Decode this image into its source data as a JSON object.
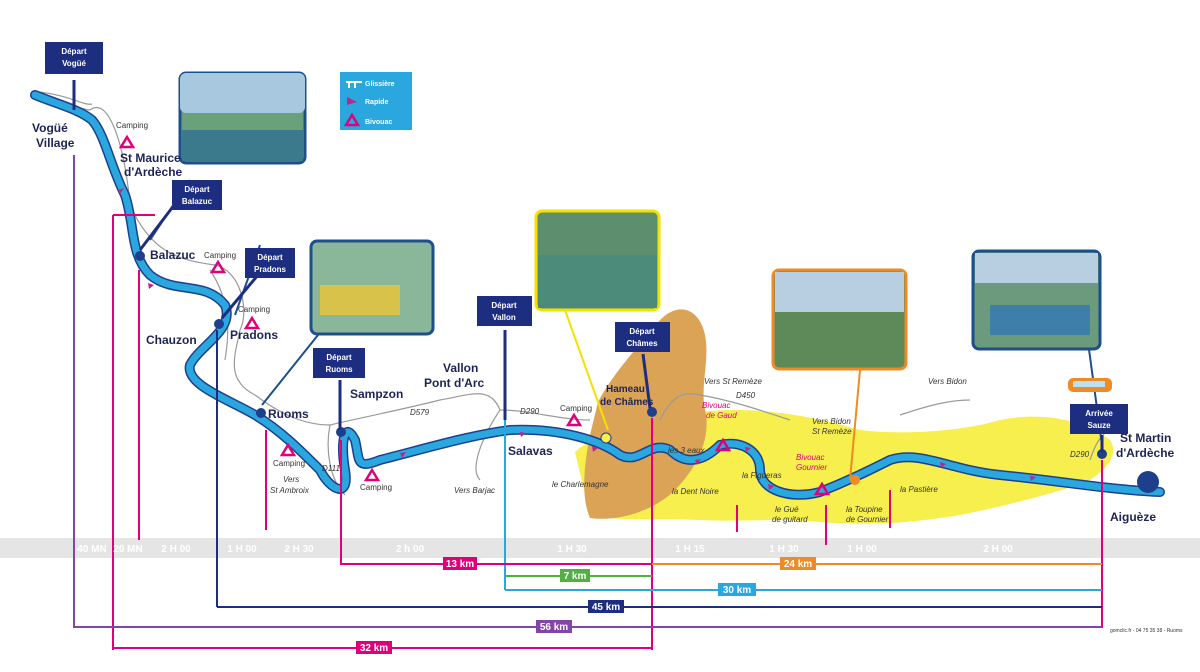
{
  "places": {
    "vogue": [
      "Vogüé",
      "Village"
    ],
    "st_maurice": [
      "St Maurice",
      "d'Ardèche"
    ],
    "balazuc": "Balazuc",
    "chauzon": "Chauzon",
    "pradons": "Pradons",
    "ruoms": "Ruoms",
    "sampzon": "Sampzon",
    "vallon": [
      "Vallon",
      "Pont d'Arc"
    ],
    "salavas": "Salavas",
    "hameau": [
      "Hameau",
      "de Châmes"
    ],
    "st_martin": [
      "St Martin",
      "d'Ardèche"
    ],
    "aigueze": "Aiguèze"
  },
  "departures": {
    "vogue": [
      "Départ",
      "Vogüé"
    ],
    "balazuc": [
      "Départ",
      "Balazuc"
    ],
    "pradons": [
      "Départ",
      "Pradons"
    ],
    "ruoms": [
      "Départ",
      "Ruoms"
    ],
    "vallon": [
      "Départ",
      "Vallon"
    ],
    "chames": [
      "Départ",
      "Châmes"
    ],
    "arrivee": [
      "Arrivée",
      "Sauze"
    ]
  },
  "legend": {
    "glissiere": "Glissière",
    "rapide": "Rapide",
    "bivouac": "Bivouac",
    "colors": {
      "glissiere": "#ffffff",
      "rapide": "#c0268a",
      "bivouac": "#e0007a"
    }
  },
  "camping_label": "Camping",
  "roads": {
    "d579": "D579",
    "d290a": "D290",
    "d450": "D450",
    "d111": "D111",
    "d290b": "D290",
    "vers_st_remeze": "Vers St Remèze",
    "vers_bidon_remeze": [
      "Vers Bidon",
      "St Remèze"
    ],
    "vers_bidon": "Vers Bidon",
    "vers_barjac": "Vers Barjac",
    "vers_st_ambroix": [
      "Vers",
      "St Ambroix"
    ]
  },
  "river_spots": {
    "charlemagne": "le Charlemagne",
    "trois_eaux": "les 3 eaux",
    "dent_noire": "la Dent Noire",
    "figueras": "la Figueras",
    "gue_guitard": [
      "le Gué",
      "de guitard"
    ],
    "toupine": [
      "la Toupine",
      "de Gournier"
    ],
    "pastiere": "la Pastière"
  },
  "bivouacs": {
    "gaud": [
      "Bivouac",
      "de Gaud"
    ],
    "gournier": [
      "Bivouac",
      "Gournier"
    ]
  },
  "durations": [
    "40 MN",
    "20 MN",
    "2 H 00",
    "1 H 00",
    "2 H 30",
    "2 h 00",
    "1 H 30",
    "1 H 15",
    "1 H 30",
    "1 H 00",
    "2 H 00"
  ],
  "distances": {
    "d13": "13 km",
    "d24": "24 km",
    "d7": "7 km",
    "d30": "30 km",
    "d45": "45 km",
    "d56": "56 km",
    "d32": "32 km"
  },
  "footer": "gomclic.fr - 04 75 35 38 - Ruoms",
  "colors": {
    "river": "#2aa7de",
    "river_dark": "#1d3f8c",
    "gorge_yellow": "#f7ef4e",
    "gorge_brown": "#dba355",
    "pink": "#e0007a",
    "navy": "#1d2d80",
    "purple": "#8445a8",
    "orange": "#f08a24",
    "green": "#52b043",
    "cyan": "#2aa7de"
  }
}
